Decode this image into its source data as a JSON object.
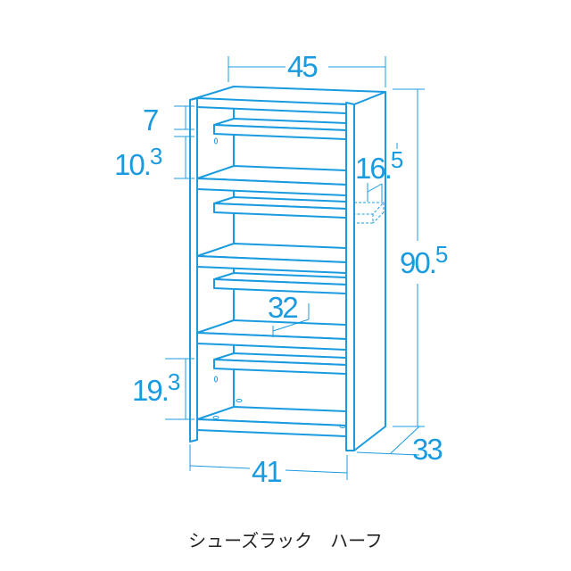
{
  "dimensions": {
    "width_top": "45",
    "gap_top": "7",
    "gap_second_main": "10",
    "gap_second_sup": "3",
    "shelf_depth_main": "16",
    "shelf_depth_sup": "5",
    "height_main": "90",
    "height_sup": "5",
    "inner_width": "32",
    "bottom_gap_main": "19",
    "bottom_gap_sup": "3",
    "inner_width_bottom": "41",
    "depth": "33"
  },
  "caption": "シューズラック　ハーフ",
  "colors": {
    "line": "#1a9be0"
  }
}
